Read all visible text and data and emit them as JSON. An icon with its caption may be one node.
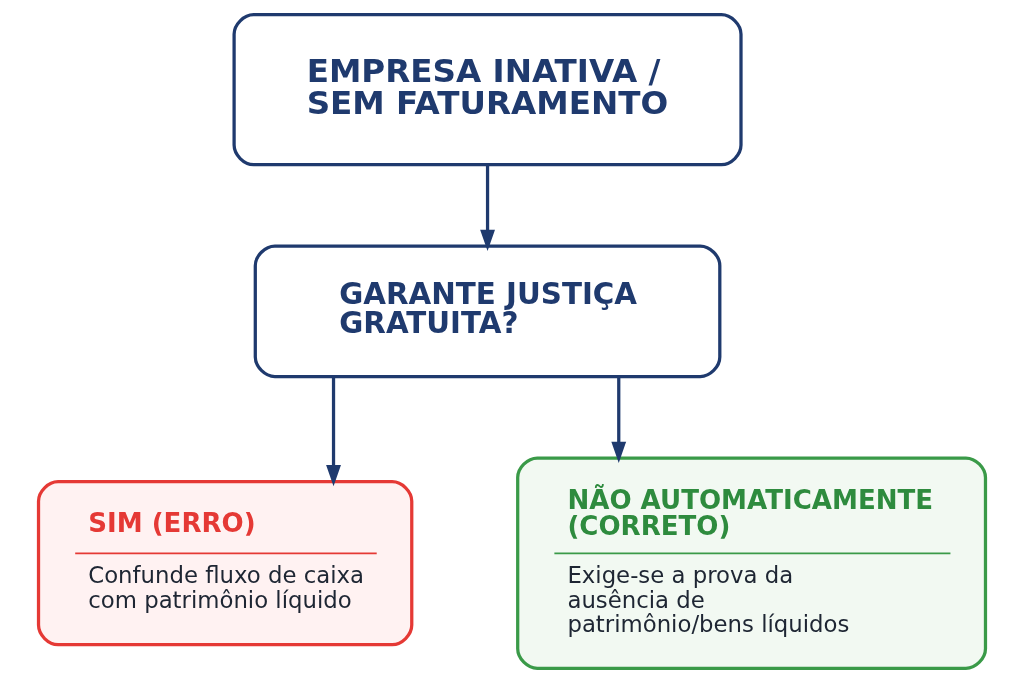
{
  "diagram": {
    "nodes": [
      {
        "text": [
          "EMPRESA INATIVA / SEM FATURAMENTO"
        ]
      },
      {
        "text": [
          "GARANTE JUSTIÇA GRATUITA?"
        ]
      },
      {
        "text": [
          "SIM (ERRO)",
          "Confunde fluxo de caixa com patrimônio líquido"
        ]
      },
      {
        "text": [
          "NÃO AUTOMATICAMENTE (CORRETO)",
          "Exige-se a prova da ausência de patrimônio/bens líquidos"
        ]
      }
    ],
    "edges": [
      {
        "from": 0,
        "to": 1,
        "arrow": "to"
      },
      {
        "from": 1,
        "to": 2,
        "arrow": "to"
      },
      {
        "from": 1,
        "to": 3,
        "arrow": "to"
      }
    ]
  }
}
